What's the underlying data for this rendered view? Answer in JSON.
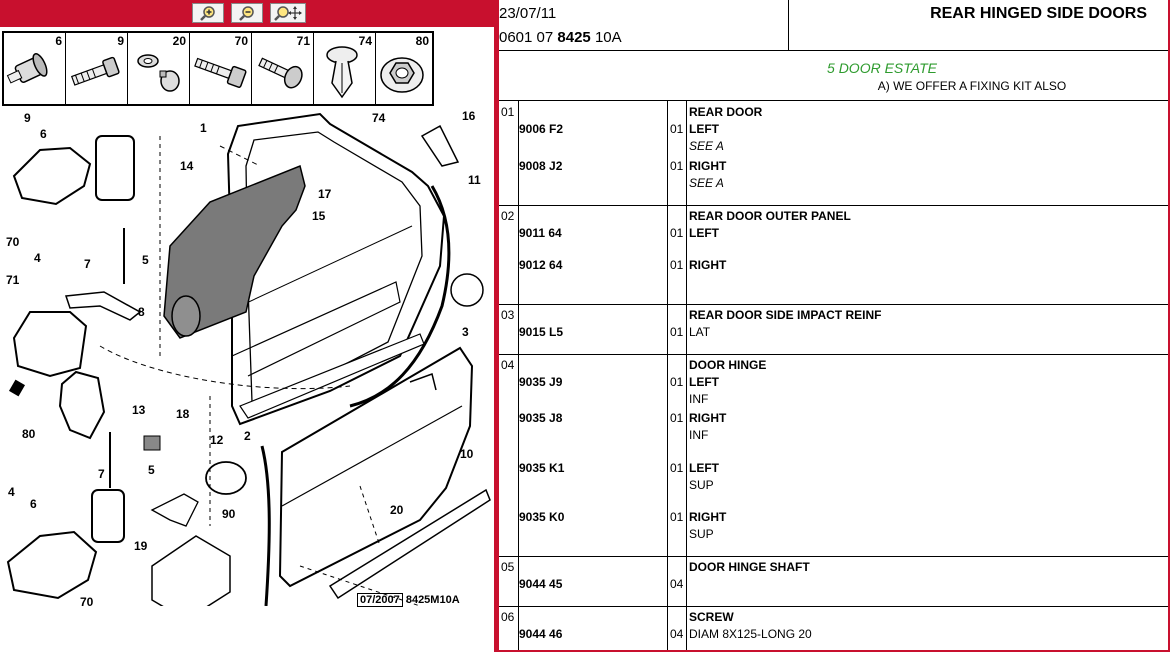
{
  "toolbar": {
    "zoom_in_icon": "zoom-in-icon",
    "zoom_out_icon": "zoom-out-icon",
    "zoom_move_icon": "zoom-move-icon"
  },
  "fixings": [
    "6",
    "9",
    "20",
    "70",
    "71",
    "74",
    "80"
  ],
  "diagram": {
    "callouts": [
      "9",
      "6",
      "70",
      "4",
      "7",
      "5",
      "71",
      "8",
      "80",
      "13",
      "18",
      "4",
      "6",
      "70",
      "7",
      "5",
      "19",
      "90",
      "12",
      "2",
      "1",
      "14",
      "74",
      "16",
      "17",
      "15",
      "11",
      "3",
      "10",
      "20"
    ],
    "date_code": "07/2007",
    "drawing_ref": "8425M10A"
  },
  "header": {
    "date": "23/07/11",
    "ref_prefix": "0601 07",
    "ref_bold": "8425",
    "ref_suffix": "10A",
    "title": "REAR HINGED SIDE DOORS",
    "subtitle": "5 DOOR ESTATE",
    "note": "A) WE OFFER A FIXING KIT ALSO"
  },
  "groups": [
    {
      "num": "01",
      "title": "REAR DOOR",
      "rows": [
        {
          "part": "9006 F2",
          "qty": "01",
          "desc": "LEFT",
          "extra": "SEE A"
        },
        {
          "part": "9008 J2",
          "qty": "01",
          "desc": "RIGHT",
          "extra": "SEE A"
        }
      ]
    },
    {
      "num": "02",
      "title": "REAR DOOR OUTER PANEL",
      "rows": [
        {
          "part": "9011 64",
          "qty": "01",
          "desc": "LEFT",
          "extra": ""
        },
        {
          "part": "9012 64",
          "qty": "01",
          "desc": "RIGHT",
          "extra": ""
        }
      ]
    },
    {
      "num": "03",
      "title": "REAR DOOR SIDE IMPACT REINF",
      "rows": [
        {
          "part": "9015 L5",
          "qty": "01",
          "desc": "LAT",
          "extra": ""
        }
      ]
    },
    {
      "num": "04",
      "title": "DOOR HINGE",
      "rows": [
        {
          "part": "9035 J9",
          "qty": "01",
          "desc": "LEFT",
          "extra": "INF"
        },
        {
          "part": "9035 J8",
          "qty": "01",
          "desc": "RIGHT",
          "extra": "INF"
        },
        {
          "part": "9035 K1",
          "qty": "01",
          "desc": "LEFT",
          "extra": "SUP"
        },
        {
          "part": "9035 K0",
          "qty": "01",
          "desc": "RIGHT",
          "extra": "SUP"
        }
      ]
    },
    {
      "num": "05",
      "title": "DOOR HINGE SHAFT",
      "rows": [
        {
          "part": "9044 45",
          "qty": "04",
          "desc": "",
          "extra": ""
        }
      ]
    },
    {
      "num": "06",
      "title": "SCREW",
      "rows": [
        {
          "part": "9044 46",
          "qty": "04",
          "desc": "DIAM 8X125-LONG 20",
          "extra": ""
        }
      ]
    }
  ]
}
